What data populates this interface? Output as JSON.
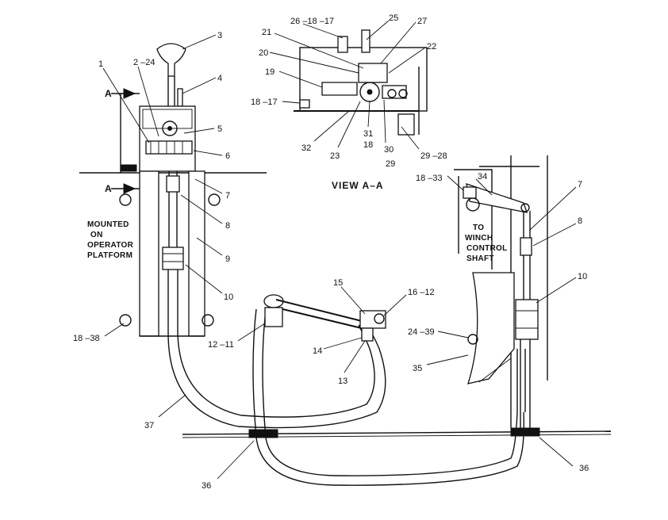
{
  "figure": {
    "view_title": "VIEW A–A",
    "section_marks": [
      "A",
      "A"
    ],
    "captions": {
      "mounted": [
        "MOUNTED",
        "ON",
        "OPERATOR",
        "PLATFORM"
      ],
      "winch": [
        "TO",
        "WINCH",
        "CONTROL",
        "SHAFT"
      ]
    },
    "callouts": {
      "c1": "1",
      "c2_24": "2 –24",
      "c3": "3",
      "c4": "4",
      "c5": "5",
      "c6": "6",
      "c7a": "7",
      "c8a": "8",
      "c9": "9",
      "c10a": "10",
      "c18_38": "18 –38",
      "c37": "37",
      "c36a": "36",
      "c12_11": "12 –11",
      "c15": "15",
      "c16_12": "16 –12",
      "c14": "14",
      "c13": "13",
      "c24_39": "24 –39",
      "c35": "35",
      "c36b": "36",
      "c18_33": "18 –33",
      "c34": "34",
      "c7b": "7",
      "c8b": "8",
      "c10b": "10",
      "c26_18_17": "26 –18 –17",
      "c25": "25",
      "c27": "27",
      "c21": "21",
      "c22": "22",
      "c20": "20",
      "c19": "19",
      "c18_17": "18 –17",
      "c31": "31",
      "c18v": "18",
      "c32": "32",
      "c23": "23",
      "c30": "30",
      "c29": "29",
      "c29_28": "29 –28"
    }
  }
}
